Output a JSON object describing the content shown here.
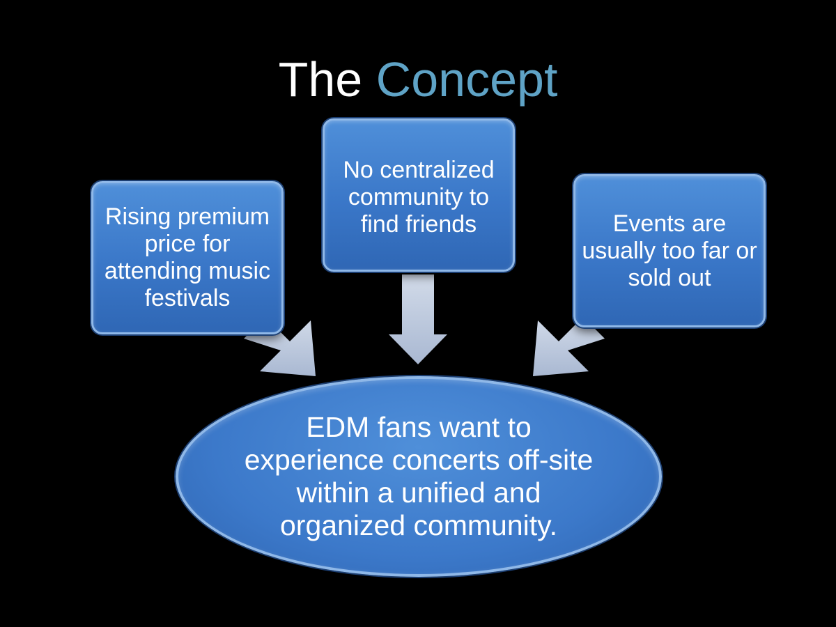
{
  "title": {
    "word1": "The",
    "word2": "Concept"
  },
  "problems": [
    {
      "text": "Rising premium price for attending music festivals"
    },
    {
      "text": "No centralized community to find friends"
    },
    {
      "text": "Events are usually too far or sold out"
    }
  ],
  "conclusion": {
    "text": "EDM fans want to experience concerts off-site within a unified and organized community."
  },
  "colors": {
    "background": "#000000",
    "title_accent": "#5fa3c6",
    "box_fill": "#3a77c8",
    "arrow_fill": "#b9c6dd"
  }
}
